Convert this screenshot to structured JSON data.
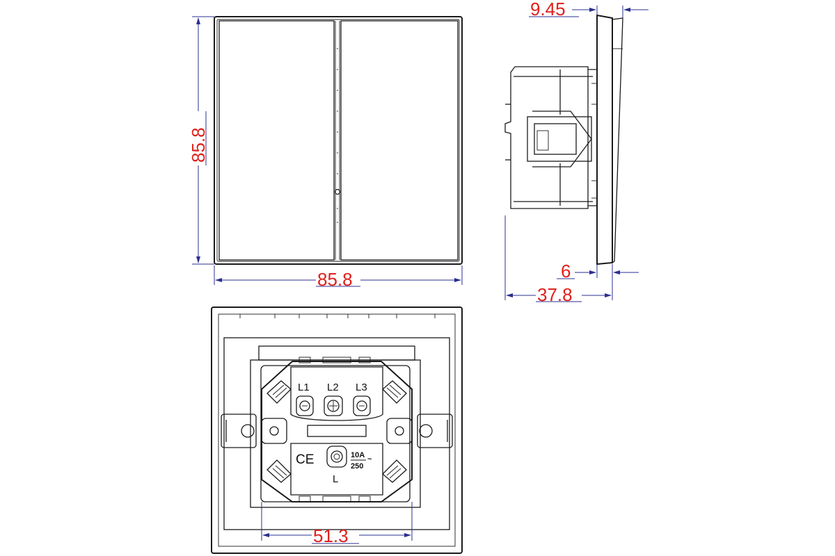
{
  "dimensions": {
    "front_height": "85.8",
    "front_width": "85.8",
    "side_plate_depth": "9.45",
    "side_plate_thickness": "6",
    "side_total_depth": "37.8",
    "back_terminal_spacing": "51.3"
  },
  "terminals": {
    "l1": "L1",
    "l2": "L2",
    "l3": "L3",
    "common": "L"
  },
  "markings": {
    "ce": "CE",
    "rating_current": "10A",
    "rating_voltage": "250",
    "rating_ac_symbol": "~"
  },
  "colors": {
    "dimension_text": "#e0201c",
    "dimension_line": "#2b2f8f",
    "outline": "#1a1a1a"
  }
}
